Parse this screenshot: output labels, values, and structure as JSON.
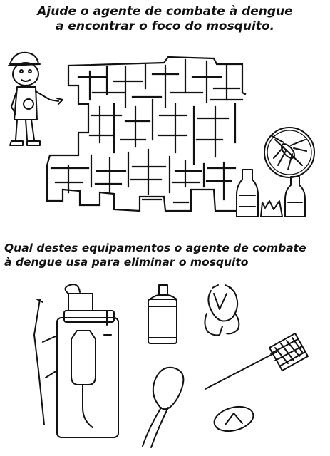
{
  "instruction": {
    "line1": "Ajude o agente de combate à dengue",
    "line2": "a encontrar o foco do mosquito."
  },
  "question": {
    "line1": "Qual destes equipamentos o agente de combate",
    "line2": "à dengue usa para eliminar o mosquito"
  },
  "icons": {
    "agent": "health-agent-illustration",
    "maze": "maze-puzzle",
    "mosquito": "mosquito-in-circle-icon",
    "bottles": "bottles-icon",
    "sprayer": "backpack-sprayer-icon",
    "spray_can": "spray-can-icon",
    "slingshot": "slingshot-icon",
    "swatter": "fly-swatter-icon",
    "spoon": "wooden-spoon-icon",
    "soap": "soap-bar-icon"
  }
}
